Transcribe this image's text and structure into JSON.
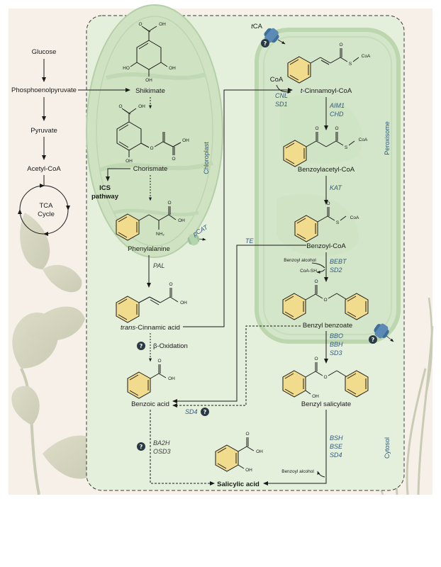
{
  "left_pathway": {
    "glucose": "Glucose",
    "pep": "Phosphoenolpyruvate",
    "pyruvate": "Pyruvate",
    "acetyl_coa": "Acetyl-CoA",
    "tca_line1": "TCA",
    "tca_line2": "Cycle"
  },
  "compartments": {
    "chloroplast": "Chloroplast",
    "peroxisome": "Peroxisome",
    "cytosol": "Cytosol"
  },
  "metabolites": {
    "shikimate": "Shikimate",
    "chorismate": "Chorismate",
    "ics_line1": "ICS",
    "ics_line2": "pathway",
    "phenylalanine": "Phenylalanine",
    "tca_prefix": "trans",
    "tca_suffix": "-Cinnamic acid",
    "benzoic_acid": "Benzoic acid",
    "salicylic_acid": "Salicylic acid",
    "coa": "CoA",
    "tca_coa_prefix": "t",
    "tca_coa_suffix": "-Cinnamoyl-CoA",
    "benzoylacetyl_coa": "Benzoylacetyl-CoA",
    "benzoyl_coa": "Benzoyl-CoA",
    "benzyl_benzoate": "Benzyl benzoate",
    "benzyl_salicylate": "Benzyl salicylate",
    "benzyl_alcohol_1": "Benzoyl alcohol",
    "coa_sh": "CoA-SH",
    "benzyl_alcohol_2": "Benzoyl alcohol",
    "beta_oxidation": "β-Oxidation"
  },
  "enzymes": {
    "pal": "PAL",
    "pcat": "pCAT",
    "tca_transporter_prefix": "t",
    "tca_transporter_suffix": "CA",
    "cnl": "CNL",
    "sd1": "SD1",
    "aim1": "AIM1",
    "chd": "CHD",
    "kat": "KAT",
    "te": "TE",
    "bebt": "BEBT",
    "sd2": "SD2",
    "bbo": "BBO",
    "bbh": "BBH",
    "sd3": "SD3",
    "sd4a": "SD4",
    "bsh": "BSH",
    "bse": "BSE",
    "sd4b": "SD4",
    "ba2h": "BA2H",
    "osd3": "OSD3"
  },
  "unknown_marker": "?",
  "structure_atoms": {
    "o": "O",
    "oh": "OH",
    "ho": "HO",
    "nh2": "NH₂",
    "s": "S",
    "coa": "CoA"
  },
  "colors": {
    "background": "#f6f0e8",
    "cell": "#e5f0dc",
    "chloroplast": "#cfe3c3",
    "peroxisome": "#d3e6c9",
    "benzene_fill": "#f1dc8e",
    "enzyme_text": "#355a7a",
    "transporter": "#3f6e9a"
  }
}
